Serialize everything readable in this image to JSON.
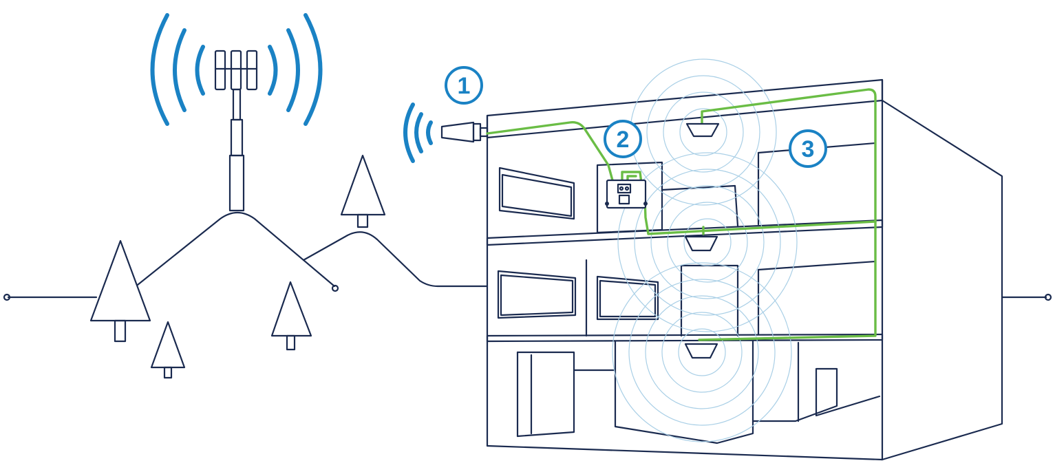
{
  "markers": [
    {
      "id": "outside-antenna",
      "label": "1"
    },
    {
      "id": "booster",
      "label": "2"
    },
    {
      "id": "inside-antennas",
      "label": "3"
    }
  ],
  "colors": {
    "outline": "#1a2a4f",
    "signal_blue": "#1a82c4",
    "cable_green": "#6abd45",
    "coverage_wave": "#a9cfe6"
  },
  "icons": [
    "cell-tower-icon",
    "outside-antenna-icon",
    "booster-icon",
    "dome-antenna-icon",
    "tree-icon",
    "building-icon"
  ]
}
